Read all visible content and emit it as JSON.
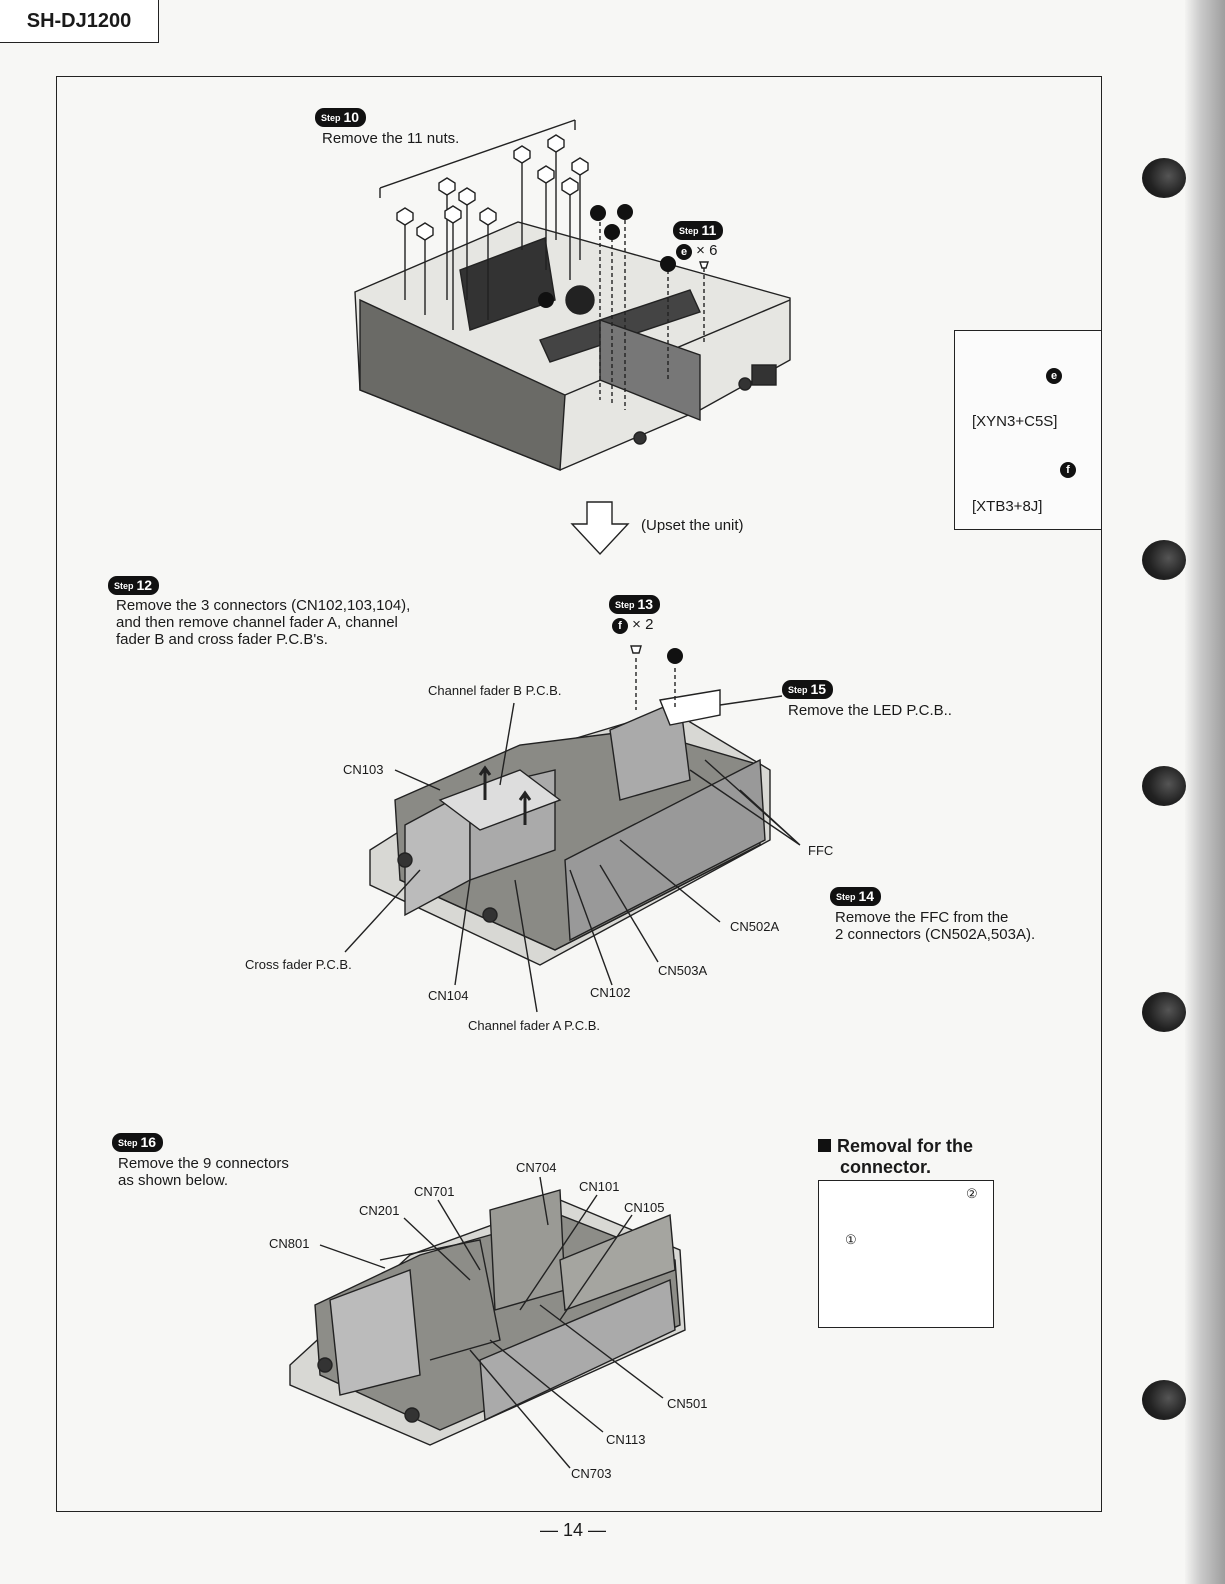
{
  "header": {
    "model": "SH-DJ1200"
  },
  "step10": {
    "badge": "10",
    "text": "Remove the 11 nuts."
  },
  "step11": {
    "badge": "11",
    "qty": "× 6",
    "letter": "e"
  },
  "screws": [
    {
      "letter": "e",
      "part": "[XYN3+C5S]"
    },
    {
      "letter": "f",
      "part": "[XTB3+8J]"
    }
  ],
  "upset": "(Upset the unit)",
  "step12": {
    "badge": "12",
    "lines": [
      "Remove the 3 connectors (CN102,103,104),",
      "and then remove channel fader A, channel",
      "fader B and cross fader P.C.B's."
    ]
  },
  "step13": {
    "badge": "13",
    "qty": "× 2",
    "letter": "f"
  },
  "step15": {
    "badge": "15",
    "text": "Remove the LED P.C.B.."
  },
  "step14": {
    "badge": "14",
    "lines": [
      "Remove the FFC from the",
      "2 connectors (CN502A,503A)."
    ]
  },
  "labels12": {
    "fader_b": "Channel fader B P.C.B.",
    "cn103": "CN103",
    "ffc": "FFC",
    "cn502a": "CN502A",
    "cross": "Cross fader P.C.B.",
    "cn503a": "CN503A",
    "cn104": "CN104",
    "cn102": "CN102",
    "fader_a": "Channel fader A P.C.B."
  },
  "step_word": "Step",
  "step16": {
    "badge": "16",
    "lines": [
      "Remove the 9 connectors",
      "as shown below."
    ]
  },
  "labels16": {
    "cn704": "CN704",
    "cn701": "CN701",
    "cn101": "CN101",
    "cn201": "CN201",
    "cn105": "CN105",
    "cn801": "CN801",
    "cn501": "CN501",
    "cn113": "CN113",
    "cn703": "CN703"
  },
  "removal": {
    "title_1": "Removal for the",
    "title_2": "connector.",
    "mark1": "①",
    "mark2": "②"
  },
  "footer": {
    "page": "— 14 —"
  }
}
